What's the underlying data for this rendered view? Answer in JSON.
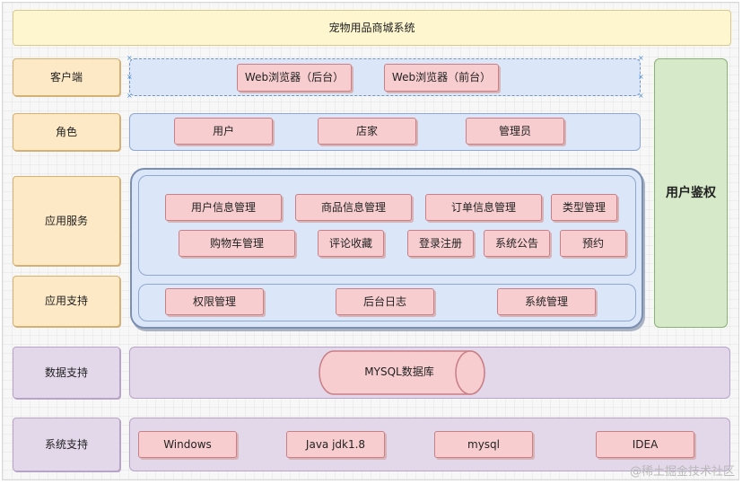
{
  "title": "宠物用品商城系统",
  "layers": {
    "client": {
      "label": "客户端",
      "items": [
        "Web浏览器（后台）",
        "Web浏览器（前台）"
      ]
    },
    "role": {
      "label": "角色",
      "items": [
        "用户",
        "店家",
        "管理员"
      ]
    },
    "app_service": {
      "label": "应用服务",
      "row1": [
        "用户信息管理",
        "商品信息管理",
        "订单信息管理",
        "类型管理"
      ],
      "row2": [
        "购物车管理",
        "评论收藏",
        "登录注册",
        "系统公告",
        "预约"
      ]
    },
    "app_support": {
      "label": "应用支持",
      "items": [
        "权限管理",
        "后台日志",
        "系统管理"
      ]
    },
    "data_support": {
      "label": "数据支持",
      "db": "MYSQL数据库"
    },
    "system_support": {
      "label": "系统支持",
      "items": [
        "Windows",
        "Java jdk1.8",
        "mysql",
        "IDEA"
      ]
    }
  },
  "side": {
    "auth": "用户鉴权"
  },
  "watermark": "@稀土掘金技术社区",
  "colors": {
    "title_fill": "#fdf6cf",
    "label_fill": "#fde9c6",
    "band_blue": "#dbe6f8",
    "band_purple": "#e3d7ea",
    "item_pink": "#f8cdcf",
    "auth_green": "#d6e9c9"
  }
}
